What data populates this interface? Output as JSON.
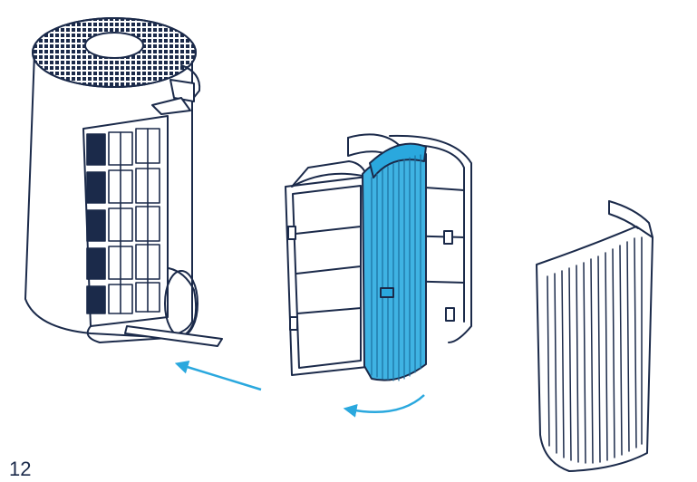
{
  "page": {
    "number": "12"
  },
  "colors": {
    "outline": "#1b2a4a",
    "accent": "#2aa8de",
    "filter_fill": "#3fb3e3",
    "background": "#ffffff"
  },
  "parts": [
    {
      "id": "purifier-body",
      "icon": "purifier-body-illustration"
    },
    {
      "id": "filter-assembly",
      "icon": "filter-cartridge-illustration"
    },
    {
      "id": "outer-cover",
      "icon": "grille-cover-illustration"
    }
  ],
  "arrows": [
    {
      "id": "insert-arrow",
      "icon": "arrow-left-icon"
    },
    {
      "id": "rotate-arrow",
      "icon": "curved-arrow-icon"
    }
  ]
}
